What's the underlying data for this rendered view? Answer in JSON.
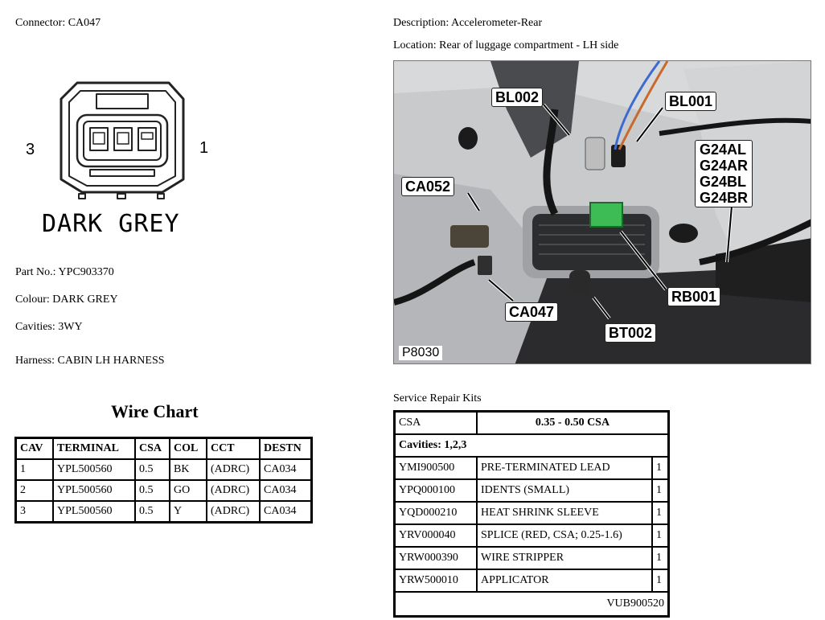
{
  "connector": {
    "label": "Connector:",
    "value": "CA047"
  },
  "description": {
    "label": "Description:",
    "value": "Accelerometer-Rear"
  },
  "location": {
    "label": "Location:",
    "value": "Rear of luggage compartment - LH side"
  },
  "diagram": {
    "pin_left": "3",
    "pin_right": "1",
    "colour_caption": "DARK GREY"
  },
  "part": {
    "label": "Part No.:",
    "value": "YPC903370"
  },
  "colour": {
    "label": "Colour:",
    "value": "DARK GREY"
  },
  "cavities": {
    "label": "Cavities:",
    "value": "3WY"
  },
  "harness": {
    "label": "Harness:",
    "value": "CABIN LH HARNESS"
  },
  "photo": {
    "id": "P8030",
    "callouts": {
      "bl002": "BL002",
      "bl001": "BL001",
      "g24": [
        "G24AL",
        "G24AR",
        "G24BL",
        "G24BR"
      ],
      "ca052": "CA052",
      "ca047": "CA047",
      "rb001": "RB001",
      "bt002": "BT002"
    }
  },
  "wire_chart": {
    "title": "Wire Chart",
    "headers": [
      "CAV",
      "TERMINAL",
      "CSA",
      "COL",
      "CCT",
      "DESTN"
    ],
    "rows": [
      [
        "1",
        "YPL500560",
        "0.5",
        "BK",
        "(ADRC)",
        "CA034"
      ],
      [
        "2",
        "YPL500560",
        "0.5",
        "GO",
        "(ADRC)",
        "CA034"
      ],
      [
        "3",
        "YPL500560",
        "0.5",
        "Y",
        "(ADRC)",
        "CA034"
      ]
    ]
  },
  "kits": {
    "title": "Service Repair Kits",
    "csa_label": "CSA",
    "csa_value": "0.35 - 0.50 CSA",
    "cavities": "Cavities: 1,2,3",
    "items": [
      {
        "code": "YMI900500",
        "desc": "PRE-TERMINATED LEAD",
        "qty": "1"
      },
      {
        "code": "YPQ000100",
        "desc": "IDENTS (SMALL)",
        "qty": "1"
      },
      {
        "code": "YQD000210",
        "desc": "HEAT SHRINK SLEEVE",
        "qty": "1"
      },
      {
        "code": "YRV000040",
        "desc": "SPLICE (RED, CSA; 0.25-1.6)",
        "qty": "1"
      },
      {
        "code": "YRW000390",
        "desc": "WIRE STRIPPER",
        "qty": "1"
      },
      {
        "code": "YRW500010",
        "desc": "APPLICATOR",
        "qty": "1"
      }
    ],
    "footer": "VUB900520"
  }
}
